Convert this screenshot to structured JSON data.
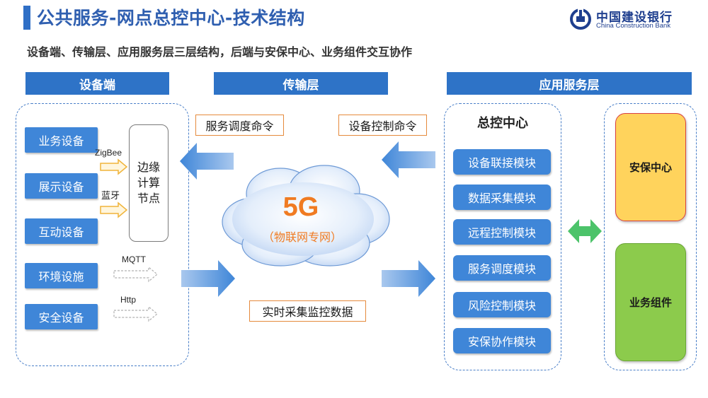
{
  "header": {
    "title": "公共服务-网点总控中心-技术结构",
    "subtitle": "设备端、传输层、应用服务层三层结构，后端与安保中心、业务组件交互协作"
  },
  "logo": {
    "name_cn": "中国建设银行",
    "name_en": "China Construction Bank",
    "icon": "ccb-logo-icon",
    "color": "#1f3f8f"
  },
  "columns": {
    "device": "设备端",
    "transport": "传输层",
    "app": "应用服务层"
  },
  "devices": [
    "业务设备",
    "展示设备",
    "互动设备",
    "环境设施",
    "安全设备"
  ],
  "edge_node": "边缘计算节点",
  "protocols": {
    "zigbee": "ZigBee",
    "bluetooth": "蓝牙",
    "mqtt": "MQTT",
    "http": "Http"
  },
  "transport": {
    "cmd_service": "服务调度命令",
    "cmd_device": "设备控制命令",
    "network": "5G",
    "network_sub": "（物联网专网）",
    "data": "实时采集监控数据"
  },
  "control_center": {
    "title": "总控中心",
    "modules": [
      "设备联接模块",
      "数据采集模块",
      "远程控制模块",
      "服务调度模块",
      "风险控制模块",
      "安保协作模块"
    ]
  },
  "services": {
    "security": "安保中心",
    "business": "业务组件"
  },
  "colors": {
    "primary_blue": "#2e73c7",
    "box_blue": "#3f86d8",
    "accent_orange": "#f07b22",
    "arrow_green": "#4cc36a",
    "security_yellow": "#ffd35c",
    "business_green": "#8ccb4c"
  }
}
